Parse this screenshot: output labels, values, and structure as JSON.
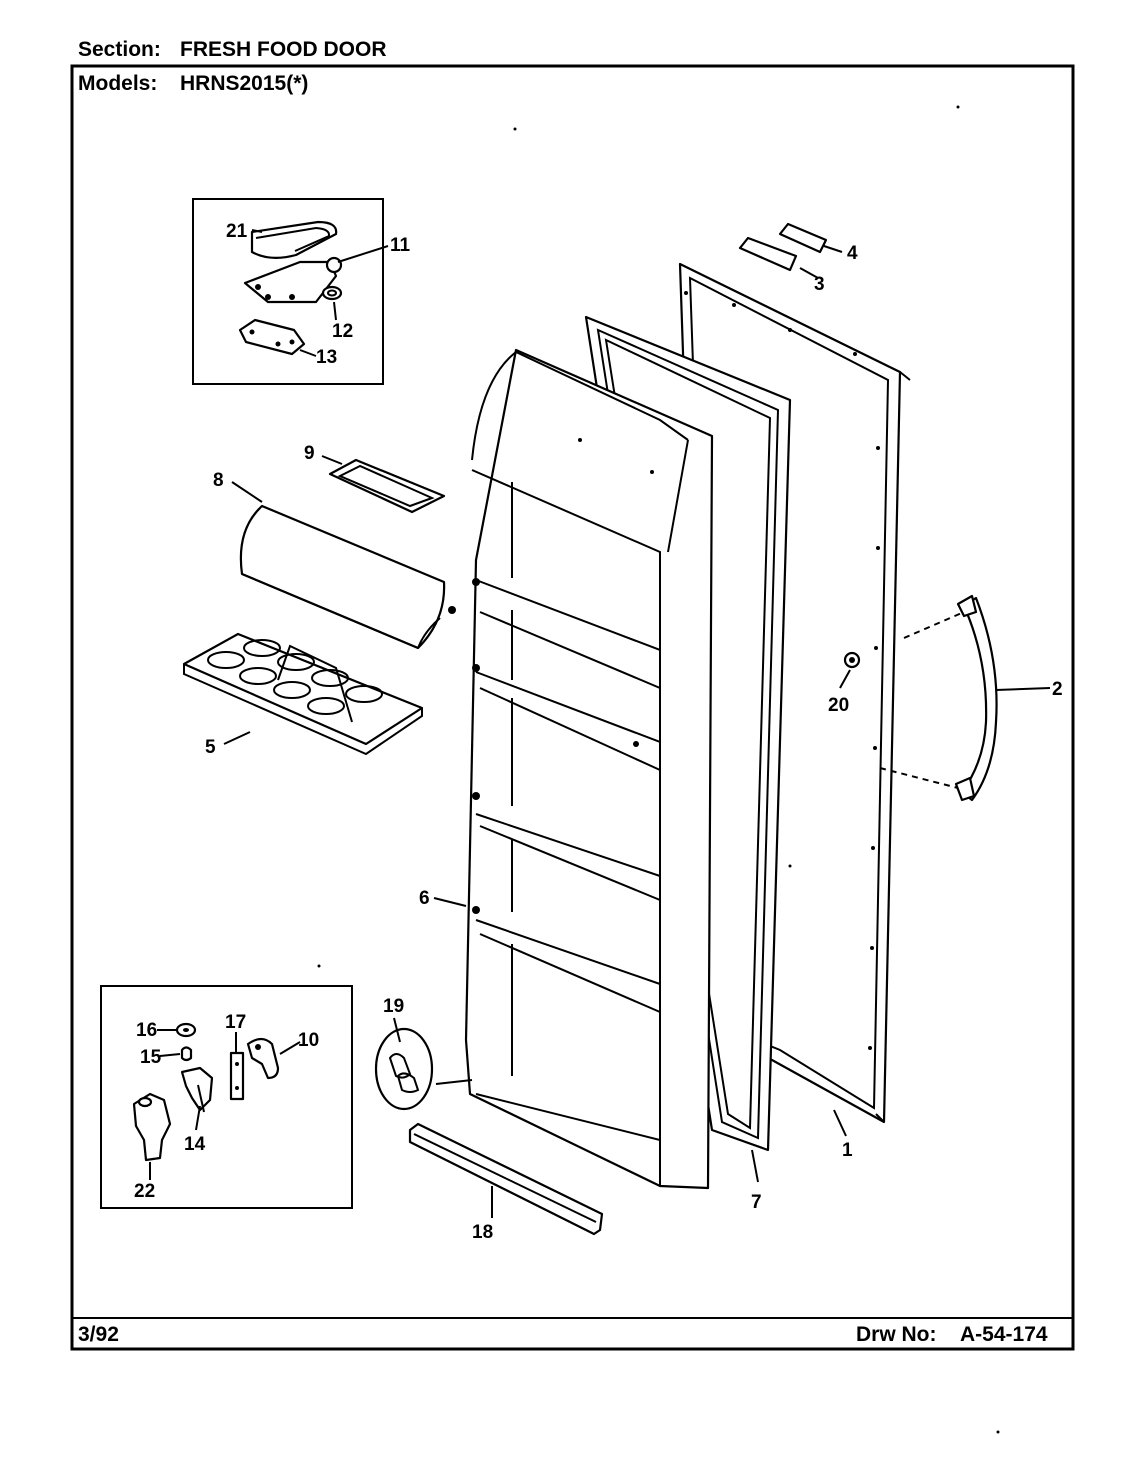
{
  "header": {
    "section_label": "Section:",
    "section_value": "FRESH FOOD DOOR",
    "models_label": "Models:",
    "models_value": "HRNS2015(*)"
  },
  "footer": {
    "date": "3/92",
    "drawing_label": "Drw No:",
    "drawing_number": "A-54-174"
  },
  "callouts": [
    "1",
    "2",
    "3",
    "4",
    "5",
    "6",
    "7",
    "8",
    "9",
    "10",
    "11",
    "12",
    "13",
    "14",
    "15",
    "16",
    "17",
    "18",
    "19",
    "20",
    "21",
    "22"
  ]
}
